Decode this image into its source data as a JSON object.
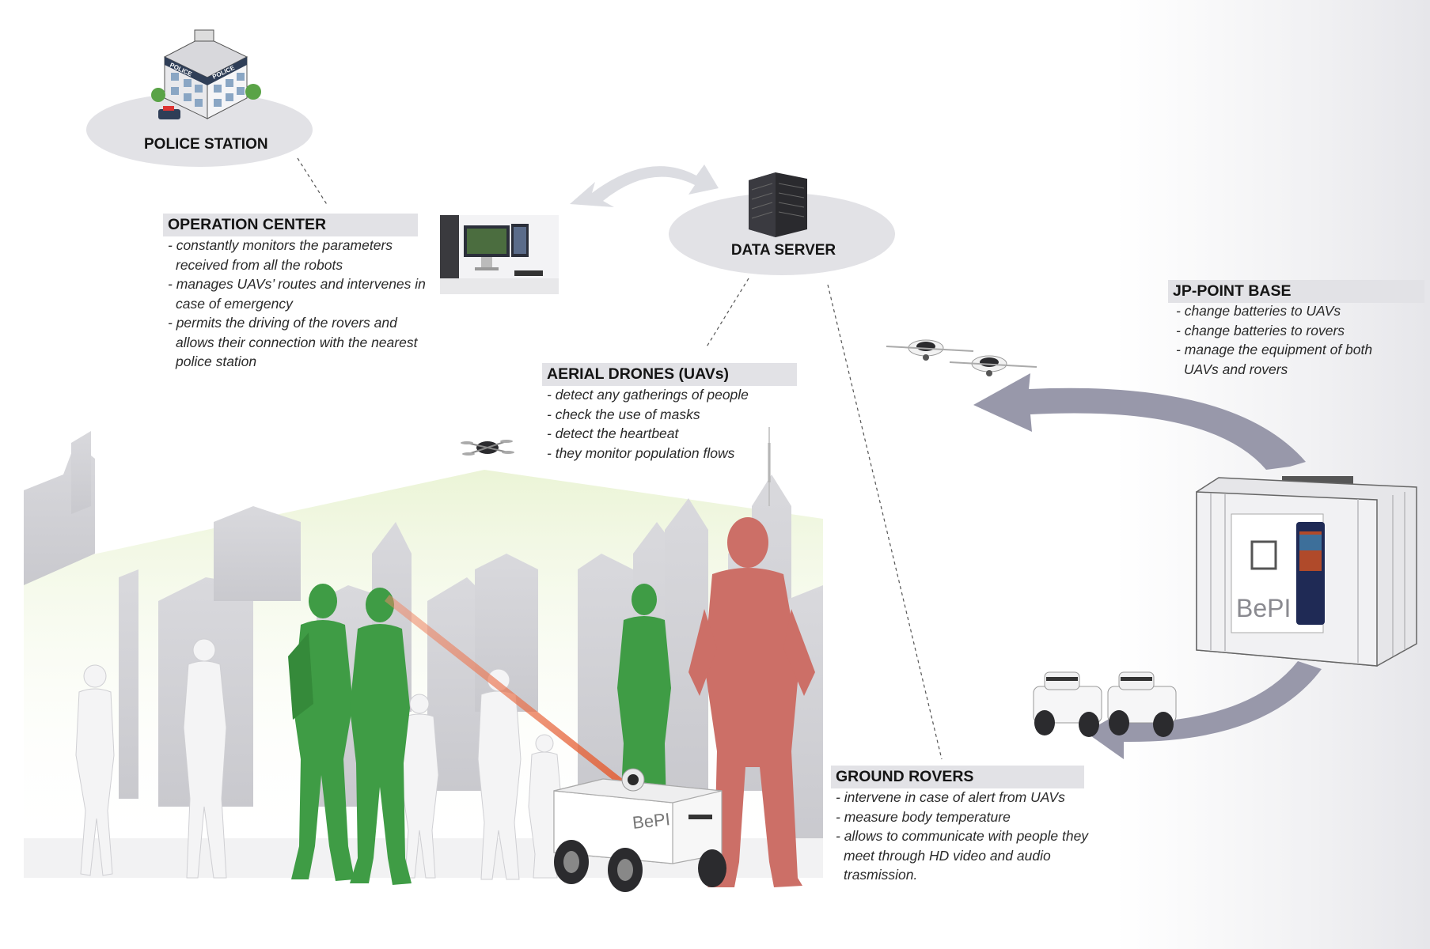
{
  "police_station": {
    "title": "POLICE STATION"
  },
  "data_server": {
    "title": "DATA SERVER"
  },
  "operation_center": {
    "title": "OPERATION CENTER",
    "items": [
      "constantly monitors the parameters received from all the robots",
      "manages UAVs’ routes and intervenes in case of emergency",
      "permits the driving of the rovers and allows their connection with the nearest police station"
    ]
  },
  "aerial_drones": {
    "title": "AERIAL DRONES (UAVs)",
    "items": [
      "detect any gatherings of people",
      "check the use of masks",
      "detect the heartbeat",
      "they monitor population flows"
    ]
  },
  "jp_point_base": {
    "title": "JP-POINT BASE",
    "items": [
      "change batteries to UAVs",
      "change batteries to rovers",
      "manage the equipment of both UAVs and rovers"
    ]
  },
  "ground_rovers": {
    "title": "GROUND ROVERS",
    "items": [
      "intervene in case of alert from UAVs",
      "measure body temperature",
      "allows to communicate with people they meet through HD video and audio trasmission."
    ]
  },
  "building_signs": {
    "left": "POLICE",
    "right": "POLICE"
  },
  "brand": {
    "container": "BePI",
    "rover": "BePI"
  },
  "colors": {
    "node_ellipse": "#e2e2e6",
    "label_band": "#e2e2e6",
    "arrow": "#9898aa",
    "safe_person": "#3f9c45",
    "alert_person": "#cc6f67",
    "laser": "#e3582b",
    "drone_cone": "#e4f0c8"
  },
  "icons": [
    "police-building-icon",
    "server-rack-icon",
    "monitor-desk-icon",
    "uav-drone-icon",
    "ground-rover-icon",
    "container-base-icon",
    "bidirectional-arrow-icon"
  ]
}
